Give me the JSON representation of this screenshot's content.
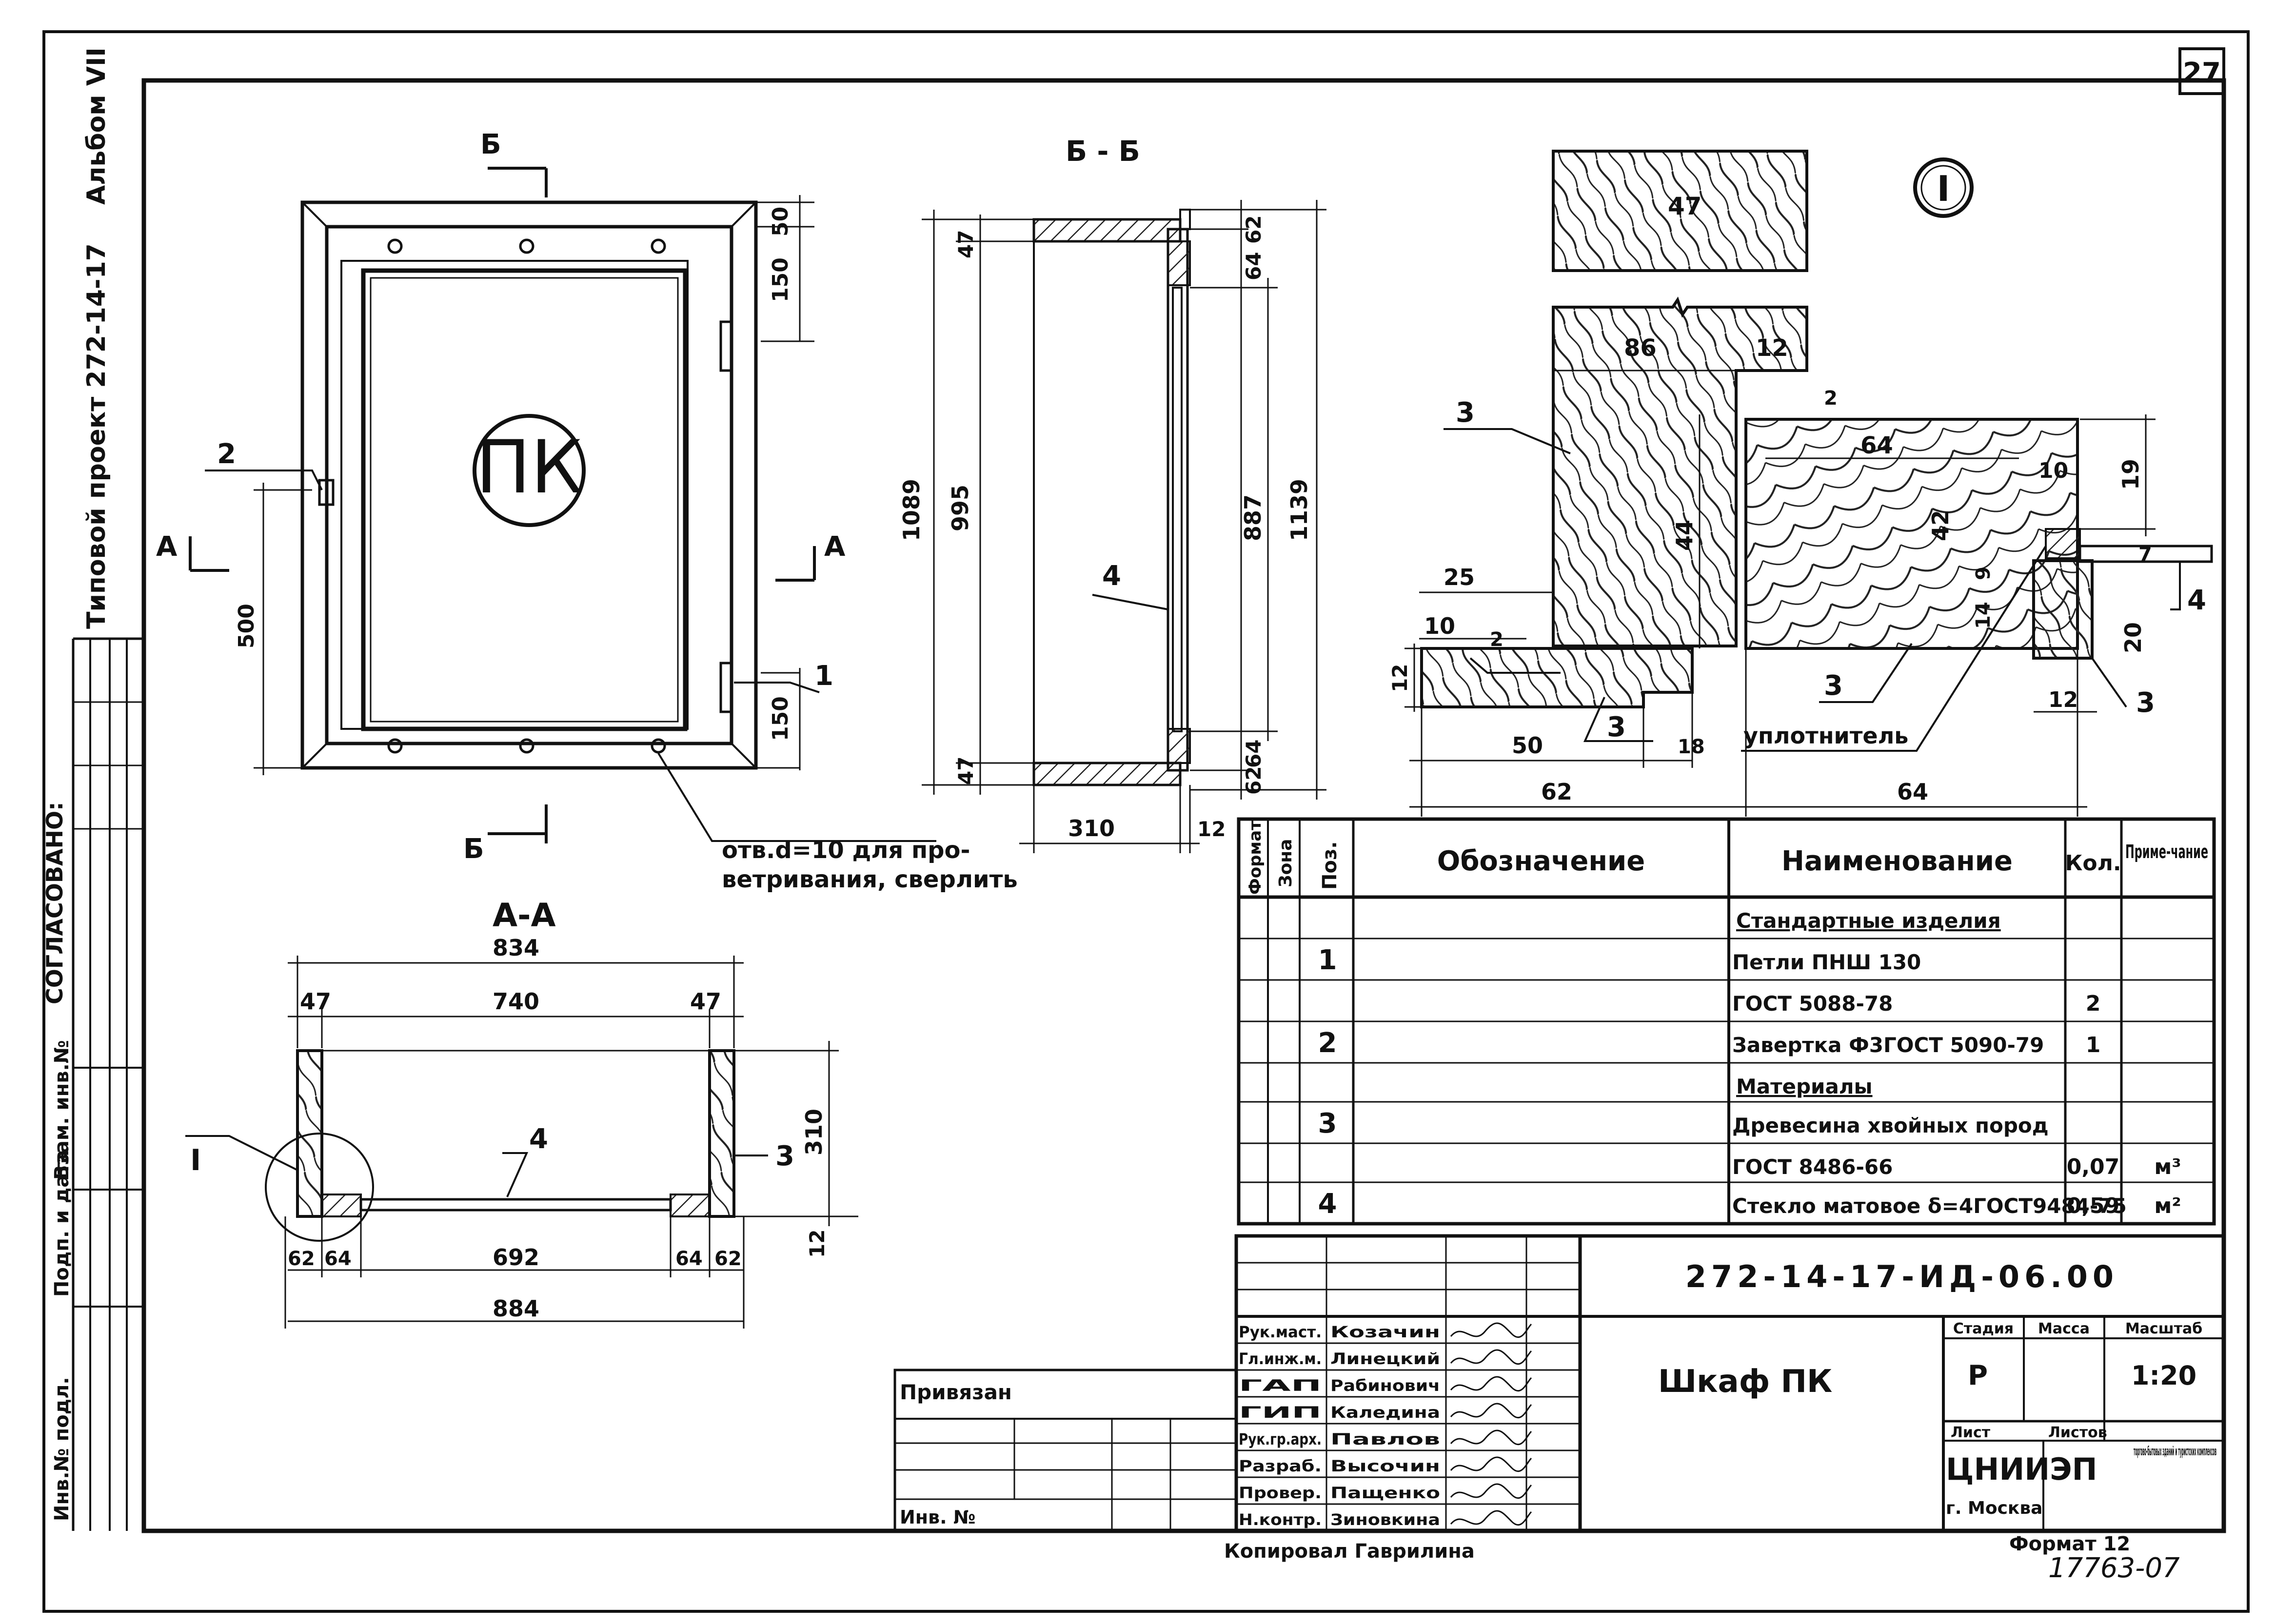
{
  "sheet": {
    "page_number": "27",
    "designation": "272-14-17-ИД-06.00",
    "title": "Шкаф ПК",
    "doc_label": "Типовой проект 272-14-17",
    "album": "Альбом VII",
    "copied_by": "Копировал Гаврилина",
    "format": "Формат 12",
    "handwritten_number": "17763-07"
  },
  "left_margin": {
    "agreed": "СОГЛАСОВАНО:",
    "cells": [
      "Взам. инв.№",
      "Подп. и дата",
      "Инв.№ подл."
    ]
  },
  "drawing": {
    "front_view": {
      "section_mark": "Б",
      "label_pk": "ПК",
      "mark_a": "А",
      "callouts": [
        "1",
        "2"
      ],
      "dims": [
        "50",
        "150",
        "150",
        "500"
      ],
      "note_line1": "отв.d=10 для про-",
      "note_line2": "ветривания, сверлить"
    },
    "section_bb": {
      "title": "Б - Б",
      "dims": [
        "1089",
        "995",
        "887",
        "1139",
        "47",
        "47",
        "62",
        "64",
        "64",
        "62",
        "310",
        "12"
      ],
      "callout": "4"
    },
    "section_aa": {
      "title": "А-А",
      "dims_top": [
        "834",
        "47",
        "740",
        "47"
      ],
      "dims_bottom": [
        "62",
        "64",
        "692",
        "64",
        "62",
        "884"
      ],
      "dim_side": [
        "310",
        "12"
      ],
      "callouts": [
        "I",
        "4",
        "3"
      ]
    },
    "detail_i": {
      "label": "I",
      "dims": [
        "47",
        "86",
        "12",
        "2",
        "64",
        "10",
        "19",
        "25",
        "44",
        "42",
        "9",
        "14",
        "7",
        "20",
        "10",
        "2",
        "12",
        "50",
        "18",
        "62",
        "64",
        "12"
      ],
      "callouts": [
        "3",
        "3",
        "3",
        "3",
        "4"
      ],
      "seal_label": "уплотнитель"
    }
  },
  "spec_table": {
    "headers": [
      "Формат",
      "Зона",
      "Поз.",
      "Обозначение",
      "Наименование",
      "Кол.",
      "Приме-чание"
    ],
    "rows": [
      {
        "pos": "",
        "name": "Стандартные изделия",
        "qty": "",
        "note": "",
        "heading": true
      },
      {
        "pos": "1",
        "name": "Петли ПНШ 130",
        "qty": "",
        "note": ""
      },
      {
        "pos": "",
        "name": "ГОСТ 5088-78",
        "qty": "2",
        "note": ""
      },
      {
        "pos": "2",
        "name": "Завертка Ф3ГОСТ 5090-79",
        "qty": "1",
        "note": ""
      },
      {
        "pos": "",
        "name": "Материалы",
        "qty": "",
        "note": "",
        "heading": true
      },
      {
        "pos": "3",
        "name": "Древесина хвойных пород",
        "qty": "",
        "note": ""
      },
      {
        "pos": "",
        "name": "ГОСТ 8486-66",
        "qty": "0,07",
        "note": "м³"
      },
      {
        "pos": "4",
        "name": "Стекло матовое δ=4ГОСТ9484-75",
        "qty": "0,59",
        "note": "м²"
      }
    ]
  },
  "title_block": {
    "bound": "Привязан",
    "inv": "Инв. №",
    "roles": [
      {
        "role": "Рук.маст.",
        "name": "Козачин"
      },
      {
        "role": "Гл.инж.м.",
        "name": "Линецкий"
      },
      {
        "role": "ГАП",
        "name": "Рабинович"
      },
      {
        "role": "ГИП",
        "name": "Каледина"
      },
      {
        "role": "Рук.гр.арх.",
        "name": "Павлов"
      },
      {
        "role": "Разраб.",
        "name": "Высочин"
      },
      {
        "role": "Провер.",
        "name": "Пащенко"
      },
      {
        "role": "Н.контр.",
        "name": "Зиновкина"
      }
    ],
    "stage_head": "Стадия",
    "mass_head": "Масса",
    "scale_head": "Масштаб",
    "stage": "Р",
    "scale": "1:20",
    "sheet_head": "Лист",
    "sheets_head": "Листов",
    "org": "ЦНИИЭП",
    "city": "г. Москва",
    "org_sub": "торгово-бытовых зданий и туристских комплексов"
  },
  "colors": {
    "ink": "#111111",
    "paper": "#ffffff"
  }
}
